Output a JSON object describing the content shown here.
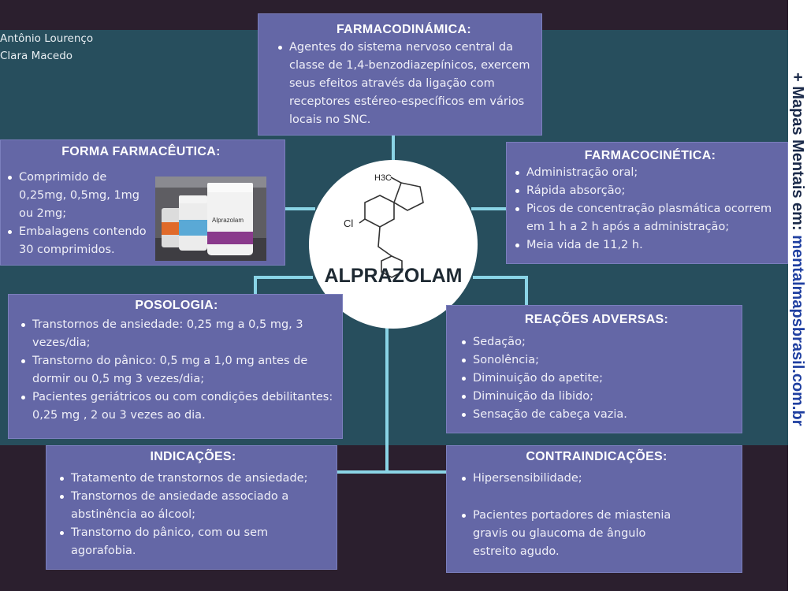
{
  "authors": [
    "Antônio Lourenço",
    "Clara Macedo"
  ],
  "center": {
    "title": "ALPRAZOLAM",
    "structure_labels": {
      "methyl": "H3C",
      "chloro": "Cl"
    }
  },
  "watermark": {
    "prefix": "+ Mapas Mentais em: ",
    "url": "mentalmapsbrasil.com.br"
  },
  "farmacodinamica": {
    "title": "FARMACODINÁMICA:",
    "items": [
      "Agentes do sistema nervoso central da classe de 1,4-benzodiazepínicos, exercem seus efeitos através da ligação com receptores estéreo-específicos em vários locais no SNC."
    ]
  },
  "forma": {
    "title": "FORMA FARMACÊUTICA:",
    "items": [
      "Comprimido de 0,25mg, 0,5mg, 1mg ou 2mg;",
      "Embalagens contendo 30 comprimidos."
    ],
    "photo_label": "Alprazolam"
  },
  "farmacocinetica": {
    "title": "FARMACOCINÉTICA:",
    "items": [
      "Administração oral;",
      "Rápida absorção;",
      "Picos de concentração plasmática ocorrem em 1 h a 2 h após a administração;",
      "Meia vida de 11,2 h."
    ]
  },
  "posologia": {
    "title": "POSOLOGIA:",
    "items": [
      "Transtornos de ansiedade: 0,25 mg a 0,5 mg, 3 vezes/dia;",
      "Transtorno do pânico: 0,5 mg a 1,0 mg antes de dormir ou 0,5 mg  3 vezes/dia;",
      "Pacientes geriátricos ou com condições debilitantes: 0,25 mg , 2 ou 3 vezes ao dia."
    ]
  },
  "reacoes": {
    "title": "REAÇÕES ADVERSAS:",
    "items": [
      "Sedação;",
      "Sonolência;",
      "Diminuição do apetite;",
      "Diminuição da libido;",
      "Sensação de cabeça vazia."
    ]
  },
  "indicacoes": {
    "title": "INDICAÇÕES:",
    "items": [
      "Tratamento de transtornos de ansiedade;",
      "Transtornos de ansiedade associado a abstinência ao álcool;",
      "Transtorno do pânico, com ou sem agorafobia."
    ]
  },
  "contraindicacoes": {
    "title": "CONTRAINDICAÇÕES:",
    "items": [
      "Hipersensibilidade;",
      "Pacientes portadores de miastenia gravis ou glaucoma de ângulo estreito agudo."
    ]
  },
  "colors": {
    "box": "#6467a6",
    "band": "#274e5d",
    "background": "#2b1f2e",
    "connector": "#8ad4e6"
  }
}
